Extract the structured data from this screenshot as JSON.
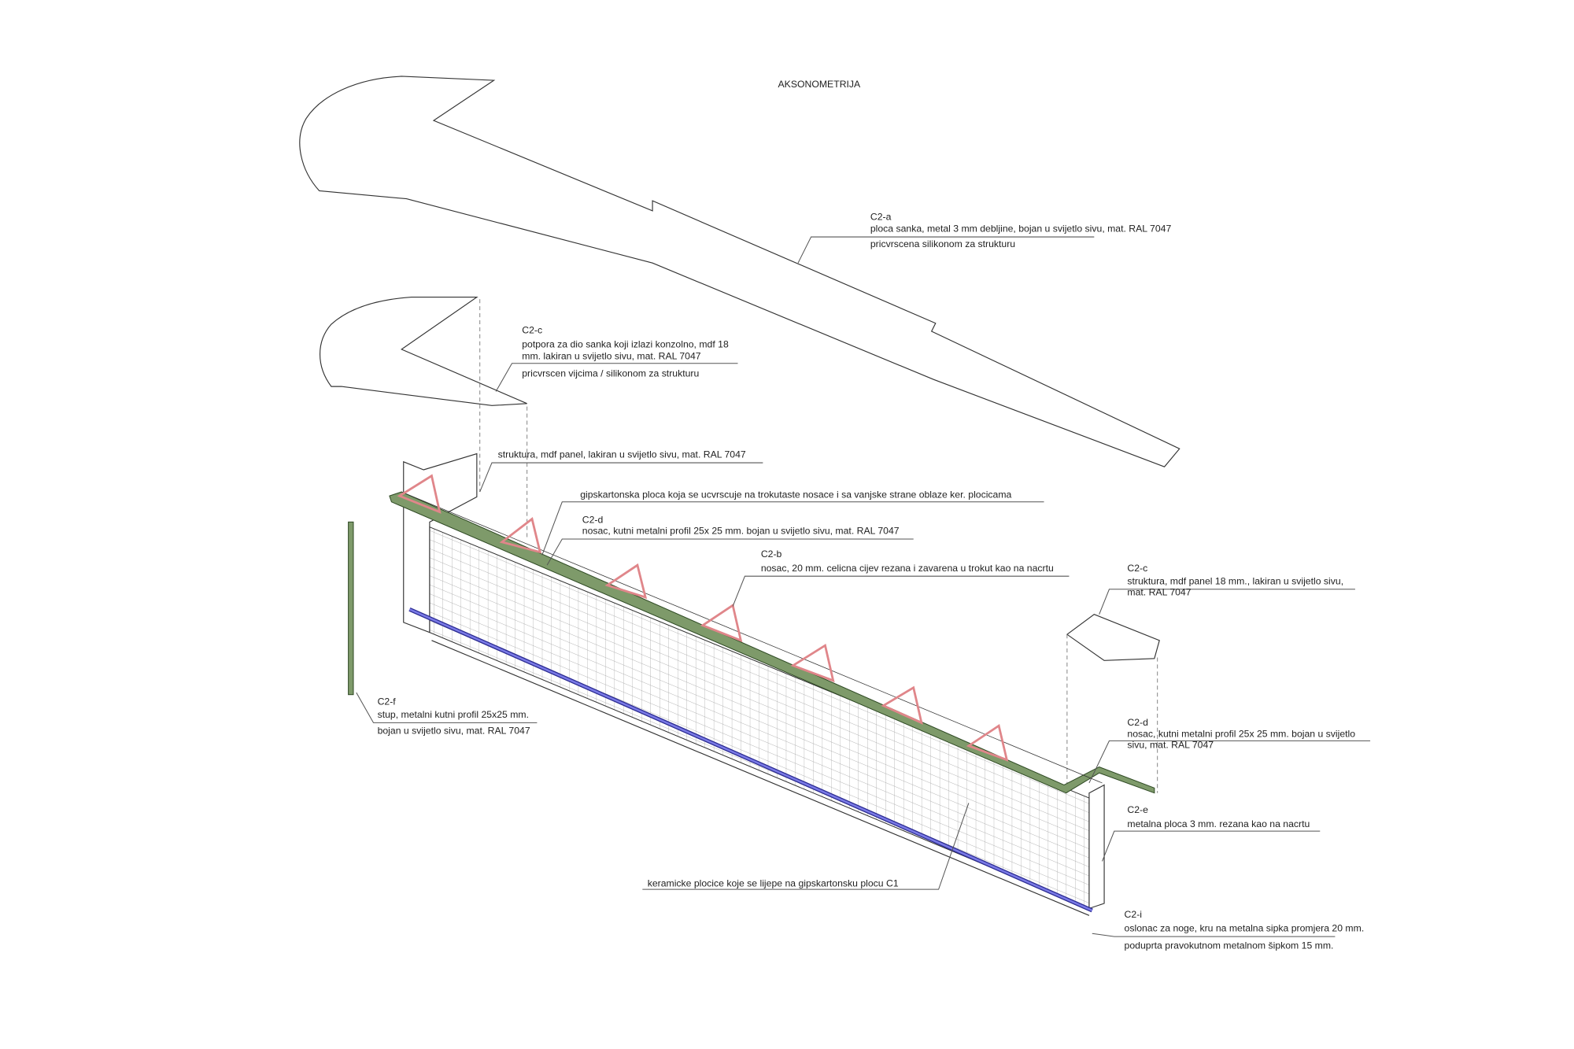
{
  "title": "AKSONOMETRIJA",
  "labels": {
    "c2a": {
      "code": "C2-a",
      "line1": "ploca sanka, metal 3 mm debljine, bojan u svijetlo sivu, mat. RAL 7047",
      "line2": "pricvrscena silikonom za strukturu"
    },
    "c2c_top": {
      "code": "C2-c",
      "line1": "potpora za dio sanka koji izlazi konzolno, mdf 18",
      "line2": "mm. lakiran u svijetlo sivu, mat. RAL 7047",
      "line3": "pricvrscen vijcima / silikonom za strukturu"
    },
    "struktura": {
      "line1": "struktura, mdf panel, lakiran u svijetlo sivu, mat. RAL 7047"
    },
    "gips": {
      "line1": "gipskartonska ploca koja se ucvrscuje na trokutaste nosace i sa vanjske strane oblaze ker. plocicama"
    },
    "c2d_top": {
      "code": "C2-d",
      "line1": "nosac, kutni metalni profil 25x 25 mm. bojan u svijetlo sivu, mat. RAL 7047"
    },
    "c2b": {
      "code": "C2-b",
      "line1": "nosac, 20 mm. celicna cijev rezana i zavarena u trokut kao na nacrtu"
    },
    "c2c_right": {
      "code": "C2-c",
      "line1": "struktura, mdf panel 18 mm., lakiran u svijetlo sivu,",
      "line2": "mat. RAL 7047"
    },
    "c2f": {
      "code": "C2-f",
      "line1": "stup, metalni kutni profil 25x25 mm.",
      "line2": "bojan u svijetlo sivu, mat. RAL 7047"
    },
    "c2d_right": {
      "code": "C2-d",
      "line1": "nosac, kutni metalni profil 25x 25 mm. bojan u svijetlo",
      "line2": "sivu, mat. RAL 7047"
    },
    "c2e": {
      "code": "C2-e",
      "line1": "metalna ploca 3 mm. rezana kao na nacrtu"
    },
    "keramika": {
      "line1": "keramicke plocice koje se lijepe na gipskartonsku plocu C1"
    },
    "c2i": {
      "code": "C2-i",
      "line1": "oslonac za noge, kru na metalna sipka promjera 20 mm.",
      "line2": "poduprta pravokutnom metalnom šipkom 15 mm."
    }
  },
  "colors": {
    "triangle": "#e0868a",
    "rail": "#4a6a3a",
    "footrest": "#5a5ad0",
    "grid": "#999999"
  }
}
